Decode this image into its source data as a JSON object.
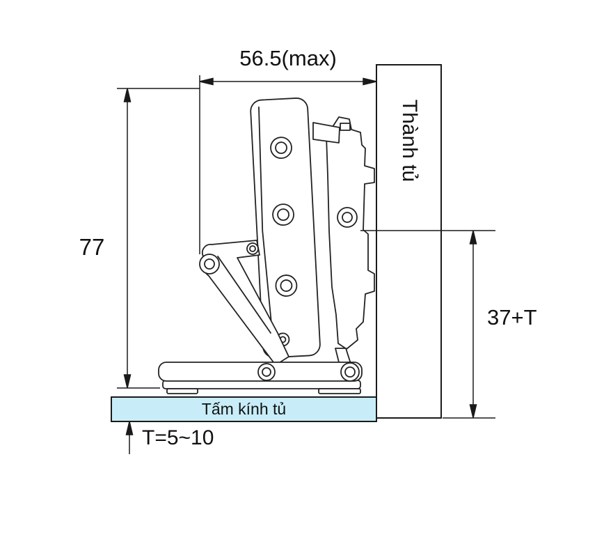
{
  "diagram": {
    "title_hint": "glass-door hinge mounting dimensions",
    "dimensions": {
      "top_width": "56.5(max)",
      "left_height": "77",
      "right_height": "37+T",
      "glass_thickness": "T=5~10"
    },
    "labels": {
      "cabinet_side": "Thành tủ",
      "glass_panel": "Tấm kính tủ"
    },
    "colors": {
      "line": "#1a1a1a",
      "hinge_line": "#222222",
      "glass_fill": "#c8edf8",
      "background": "#ffffff"
    }
  }
}
